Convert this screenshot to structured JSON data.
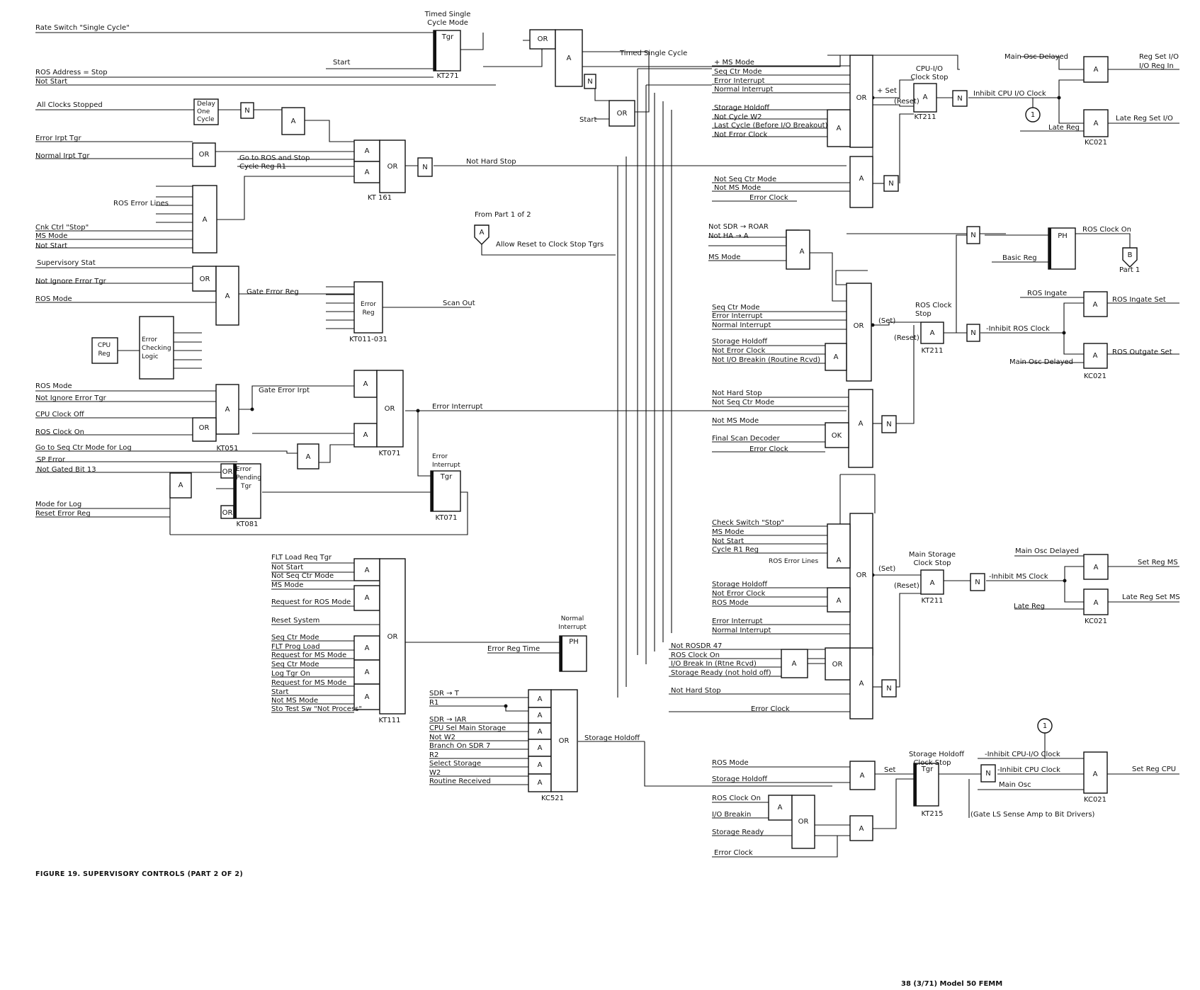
{
  "figure": {
    "caption": "FIGURE 19.   SUPERVISORY CONTROLS (PART 2 OF 2)",
    "footer": "38   (3/71)   Model 50 FEMM"
  },
  "gate_types": {
    "and": "A",
    "or": "OR",
    "not": "N",
    "ph": "PH",
    "trigger": "Tgr",
    "or_alt": "OK"
  },
  "offpage": {
    "from_part1": "From Part 1 of 2",
    "connector_a": "A",
    "connector_b": "B",
    "part1": "Part 1",
    "connector_1": "1"
  },
  "blocks": [
    {
      "id": "timed",
      "title": [
        "Timed Single",
        "Cycle Mode"
      ],
      "card": "KT271"
    },
    {
      "id": "kt161",
      "card": "KT 161"
    },
    {
      "id": "delay",
      "title": [
        "Delay",
        "One",
        "Cycle"
      ]
    },
    {
      "id": "error_reg",
      "title": [
        "Error",
        "Reg"
      ],
      "card": "KT011-031"
    },
    {
      "id": "cpu_reg",
      "title": [
        "CPU",
        "Reg"
      ]
    },
    {
      "id": "err_check",
      "title": [
        "Error",
        "Checking",
        "Logic"
      ]
    },
    {
      "id": "kt051",
      "card": "KT051"
    },
    {
      "id": "kt071",
      "card": "KT071"
    },
    {
      "id": "err_int_tgr",
      "title": [
        "Error",
        "Interrupt"
      ],
      "card": "KT071"
    },
    {
      "id": "err_pend",
      "title": [
        "Error",
        "Pending",
        "Tgr"
      ],
      "card": "KT081"
    },
    {
      "id": "kt111",
      "card": "KT111"
    },
    {
      "id": "normal_int",
      "title": [
        "Normal",
        "Interrupt"
      ]
    },
    {
      "id": "kc521",
      "card": "KC521"
    },
    {
      "id": "cpuio",
      "title": [
        "CPU-I/O",
        "Clock Stop"
      ],
      "card": "KT211"
    },
    {
      "id": "kc021a",
      "card": "KC021"
    },
    {
      "id": "ros_stop",
      "title": [
        "ROS Clock",
        "Stop"
      ],
      "card": "KT211"
    },
    {
      "id": "kc021b",
      "card": "KC021"
    },
    {
      "id": "ms_stop",
      "title": [
        "Main Storage",
        "Clock Stop"
      ],
      "card": "KT211"
    },
    {
      "id": "kc021c",
      "card": "KC021"
    },
    {
      "id": "sh_stop",
      "title": [
        "Storage Holdoff",
        "Clock Stop"
      ],
      "card": "KT215"
    },
    {
      "id": "kc021d",
      "card": "KC021"
    }
  ],
  "left_inputs": [
    "Rate Switch \"Single Cycle\"",
    "ROS Address = Stop",
    "Not Start",
    "All Clocks Stopped",
    "Error Irpt Tgr",
    "Normal Irpt Tgr",
    "ROS Error Lines",
    "Cnk Ctrl \"Stop\"",
    "MS Mode",
    "Not Start",
    "Supervisory Stat",
    "Not Ignore Error Tgr",
    "ROS Mode",
    "ROS Mode",
    "Not Ignore Error Tgr",
    "CPU Clock Off",
    "ROS Clock On",
    "Go to Seq Ctr Mode for Log",
    "SP Error",
    "Not Gated Bit 13",
    "Mode for Log",
    "Reset Error Reg"
  ],
  "kt111_inputs": [
    "FLT Load Req Tgr",
    "Not Start",
    "Not Seq Ctr Mode",
    "MS Mode",
    "Request for ROS Mode",
    "Reset System",
    "Seq Ctr Mode",
    "FLT Prog Load",
    "Request for MS Mode",
    "Seq Ctr Mode",
    "Log Tgr On",
    "Request for MS Mode",
    "Start",
    "Not MS Mode",
    "Sto Test Sw \"Not Process\""
  ],
  "kc521_inputs": [
    "SDR → T",
    "R1",
    "SDR → IAR",
    "CPU Sel Main Storage",
    "Not W2",
    "Branch On SDR 7",
    "R2",
    "Select Storage",
    "W2",
    "Routine Received"
  ],
  "mid_signals": {
    "start": "Start",
    "start2": "Start",
    "timed_single_cycle": "Timed Single Cycle",
    "go_to_ros": "Go to ROS and Stop",
    "cycle_reg_r1": "Cycle Reg R1",
    "not_hard_stop": "Not Hard Stop",
    "allow_reset": "Allow Reset to Clock Stop Tgrs",
    "gate_error_reg": "Gate Error Reg",
    "scan_out": "Scan Out",
    "gate_error_irpt": "Gate Error Irpt",
    "error_interrupt": "Error Interrupt",
    "error_reg_time": "Error Reg Time",
    "storage_holdoff": "Storage Holdoff"
  },
  "cpuio_inputs": [
    "+ MS Mode",
    "Seq Ctr Mode",
    "Error Interrupt",
    "Normal Interrupt",
    "Storage Holdoff",
    "Not Cycle W2",
    "Last Cycle (Before I/O Breakout)",
    "Not Error Clock",
    "Not Seq Ctr Mode",
    "Not MS Mode",
    "Error Clock"
  ],
  "ros_inputs": [
    "Not SDR → ROAR",
    "Not HA → A",
    "MS Mode",
    "Seq Ctr Mode",
    "Error Interrupt",
    "Normal Interrupt",
    "Storage Holdoff",
    "Not Error Clock",
    "Not I/O Breakin (Routine Rcvd)",
    "Not Hard Stop",
    "Not Seq Ctr Mode",
    "Not MS Mode",
    "Final Scan Decoder",
    "Error Clock"
  ],
  "ms_inputs": [
    "Check Switch \"Stop\"",
    "MS Mode",
    "Not Start",
    "Cycle R1 Reg",
    "ROS Error Lines",
    "Storage Holdoff",
    "Not Error Clock",
    "ROS Mode",
    "Error Interrupt",
    "Normal Interrupt",
    "Not ROSDR 47",
    "ROS Clock On",
    "I/O Break In (Rtne Rcvd)",
    "Storage Ready (not hold off)",
    "Not Hard Stop",
    "Error Clock"
  ],
  "sh_inputs": [
    "ROS Mode",
    "Storage Holdoff",
    "ROS Clock On",
    "I/O Breakin",
    "Storage Ready",
    "Error Clock"
  ],
  "right_signals": {
    "set": "Set",
    "set_p": "+ Set",
    "set_paren": "(Set)",
    "reset": "(Reset)",
    "main_osc_delayed": "Main Osc Delayed",
    "reg_set_io": [
      "Reg Set I/O",
      "I/O Reg In"
    ],
    "inhibit_cpu_io": "Inhibit CPU I/O Clock",
    "late_reg": "Late Reg",
    "late_reg_set_io": "Late Reg Set I/O",
    "ros_clock_on": "ROS Clock On",
    "basic_reg": "Basic Reg",
    "ros_ingate": "ROS Ingate",
    "ros_ingate_set": "ROS Ingate Set",
    "inhibit_ros": "-Inhibit ROS Clock",
    "ros_outgate_set": "ROS Outgate Set",
    "set_reg_ms": "Set Reg MS",
    "inhibit_ms": "-Inhibit MS Clock",
    "late_reg_set_ms": "Late Reg Set MS",
    "inhibit_cpu_io2": "-Inhibit CPU-I/O Clock",
    "inhibit_cpu": "-Inhibit CPU Clock",
    "main_osc": "Main Osc",
    "set_reg_cpu": "Set Reg CPU",
    "gate_ls": "(Gate LS Sense Amp to Bit Drivers)"
  }
}
